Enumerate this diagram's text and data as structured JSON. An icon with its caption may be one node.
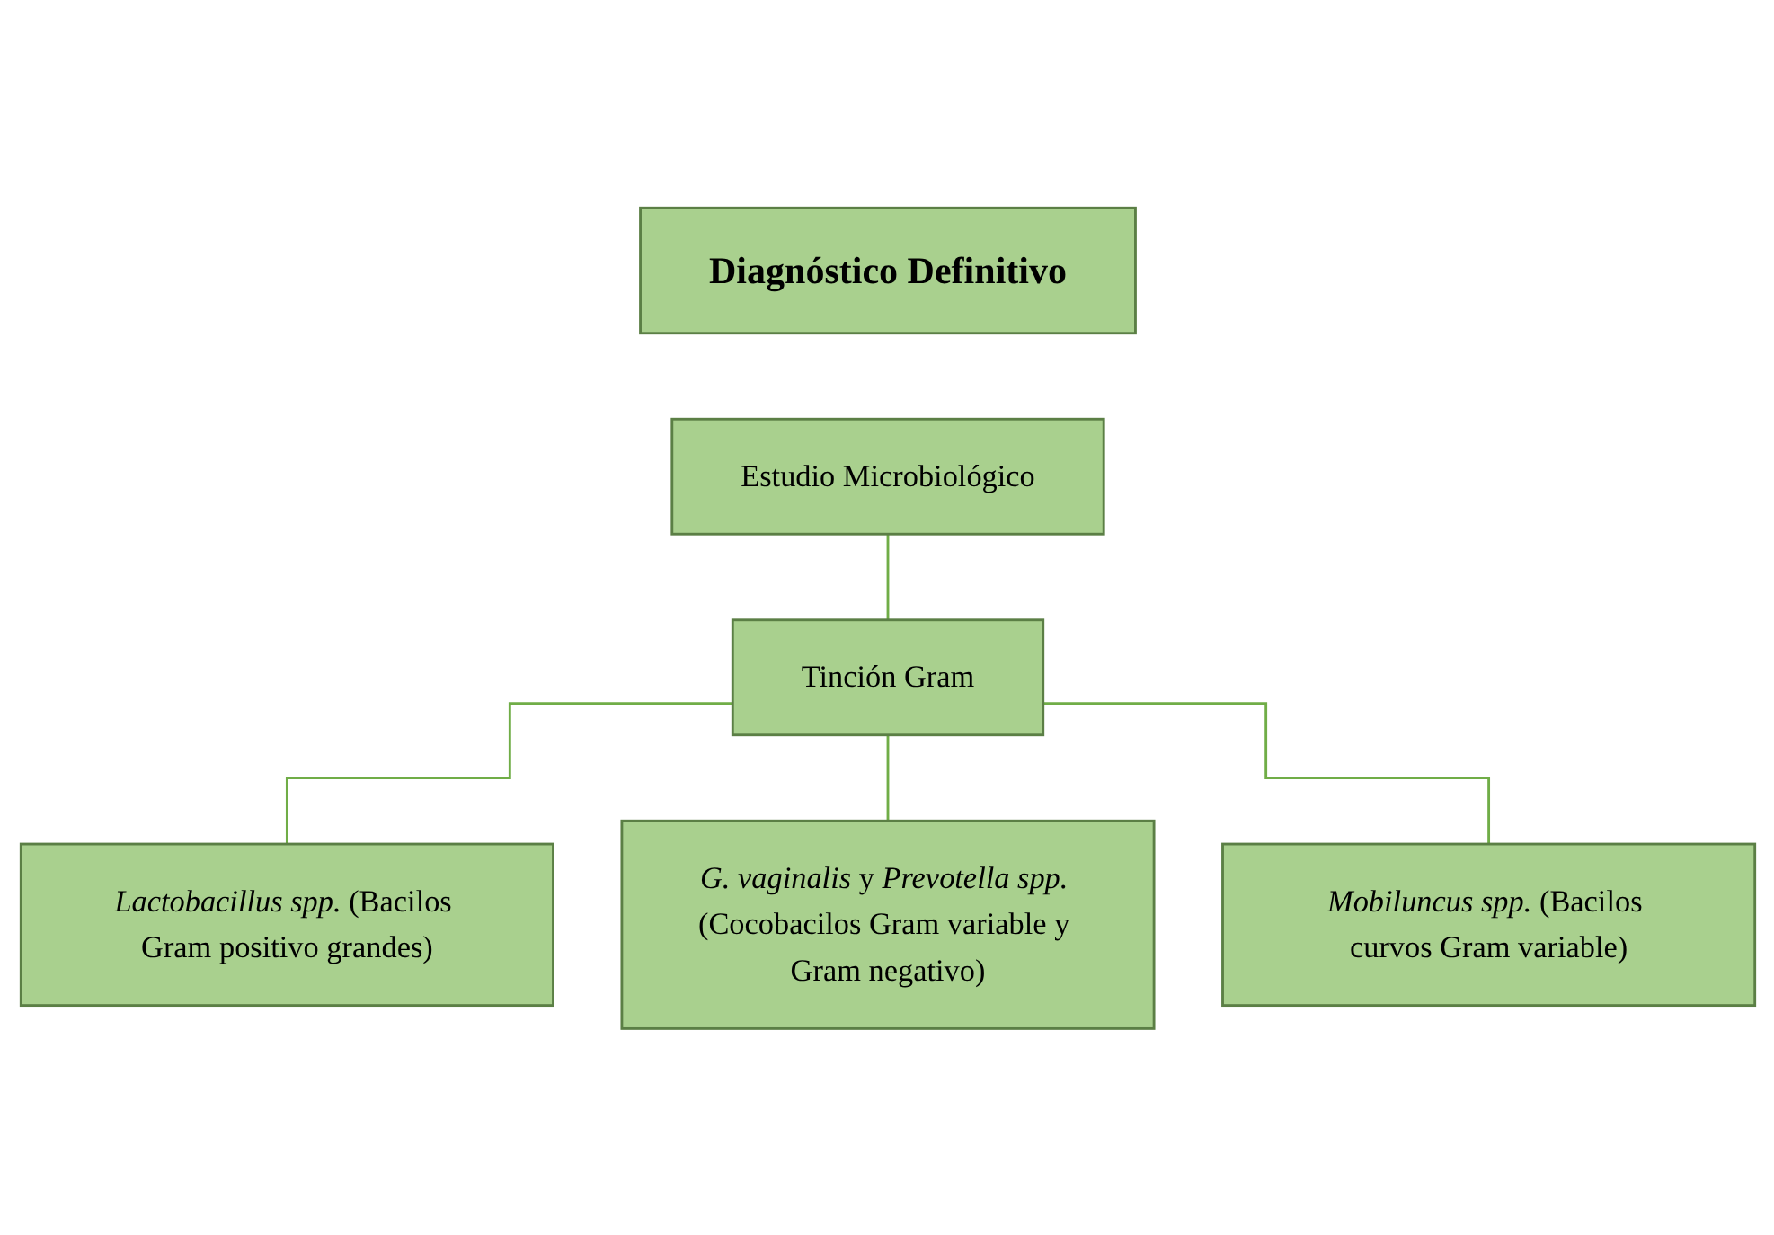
{
  "diagram": {
    "nodes": [
      {
        "text": [
          "Diagnóstico Definitivo"
        ]
      },
      {
        "text": [
          "Estudio Microbiológico"
        ]
      },
      {
        "text": [
          "Tinción Gram"
        ]
      },
      {
        "text": [
          "*Lactobacillus spp.* (Bacilos Gram positivo grandes)"
        ]
      },
      {
        "text": [
          "*G. vaginalis* y *Prevotella spp.* (Cocobacilos Gram variable y Gram negativo)"
        ]
      },
      {
        "text": [
          "*Mobiluncus spp.* (Bacilos curvos Gram variable)"
        ]
      }
    ],
    "edges": [
      {
        "from": 1,
        "to": 2,
        "arrow": "none"
      },
      {
        "from": 2,
        "to": 3,
        "arrow": "none"
      },
      {
        "from": 2,
        "to": 4,
        "arrow": "none"
      },
      {
        "from": 2,
        "to": 5,
        "arrow": "none"
      }
    ]
  }
}
